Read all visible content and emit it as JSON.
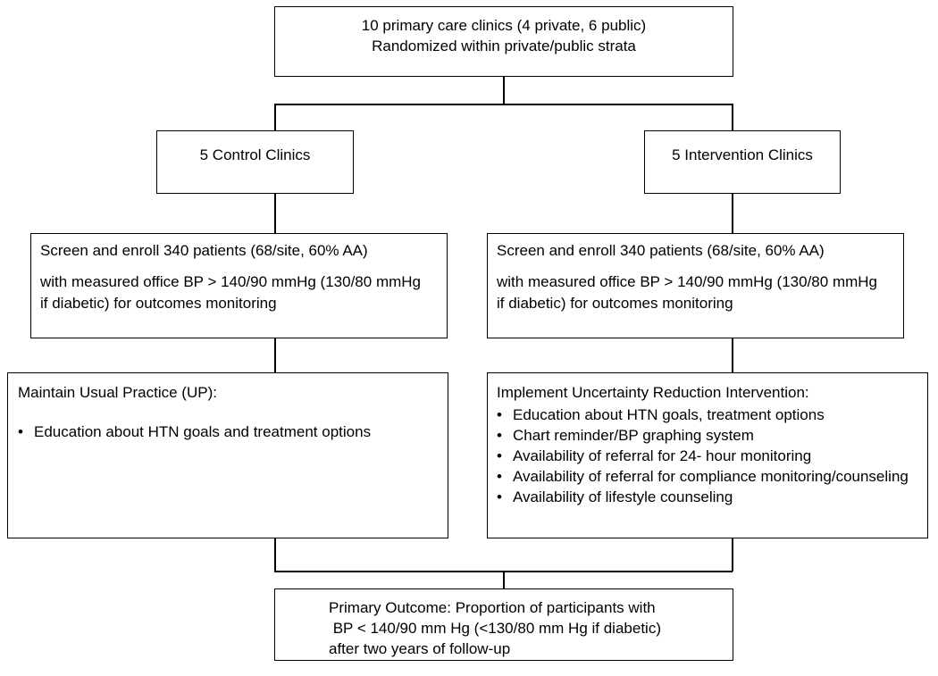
{
  "top": {
    "line1": "10 primary care clinics (4 private, 6 public)",
    "line2": "Randomized within private/public strata"
  },
  "control": {
    "title": "5 Control Clinics",
    "enroll_line1": "Screen and enroll 340 patients  (68/site, 60% AA)",
    "enroll_line2": "with measured office BP > 140/90 mmHg (130/80 mmHg",
    "enroll_line3": "if diabetic) for outcomes monitoring",
    "practice_heading": "Maintain Usual Practice (UP):",
    "bullet_glyph": "•",
    "practice_items": [
      "Education about HTN goals and treatment options"
    ]
  },
  "intervention": {
    "title": "5 Intervention Clinics",
    "enroll_line1": "Screen and enroll 340 patients  (68/site, 60% AA)",
    "enroll_line2": "with measured office BP > 140/90 mmHg (130/80 mmHg",
    "enroll_line3": "if diabetic) for outcomes monitoring",
    "practice_heading": "Implement Uncertainty Reduction Intervention:",
    "bullet_glyph": "•",
    "practice_items": [
      "Education about HTN goals, treatment options",
      "Chart reminder/BP graphing system",
      "Availability of referral for 24- hour monitoring",
      "Availability of referral for compliance monitoring/counseling",
      "Availability of lifestyle counseling"
    ]
  },
  "outcome": {
    "line1": "Primary Outcome: Proportion of participants with",
    "line2": " BP < 140/90 mm Hg (<130/80 mm Hg if diabetic)",
    "line3": "after two years of follow-up"
  }
}
